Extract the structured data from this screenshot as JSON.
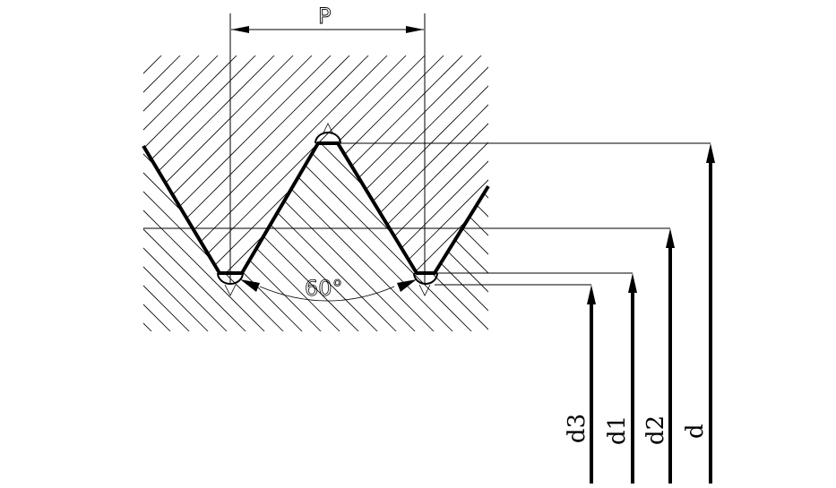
{
  "labels": {
    "pitch": "P",
    "angle": "60°",
    "minor_diameter_external": "d3",
    "minor_diameter": "d1",
    "pitch_diameter": "d2",
    "major_diameter": "d"
  },
  "colors": {
    "line": "#000000",
    "background": "#ffffff"
  }
}
